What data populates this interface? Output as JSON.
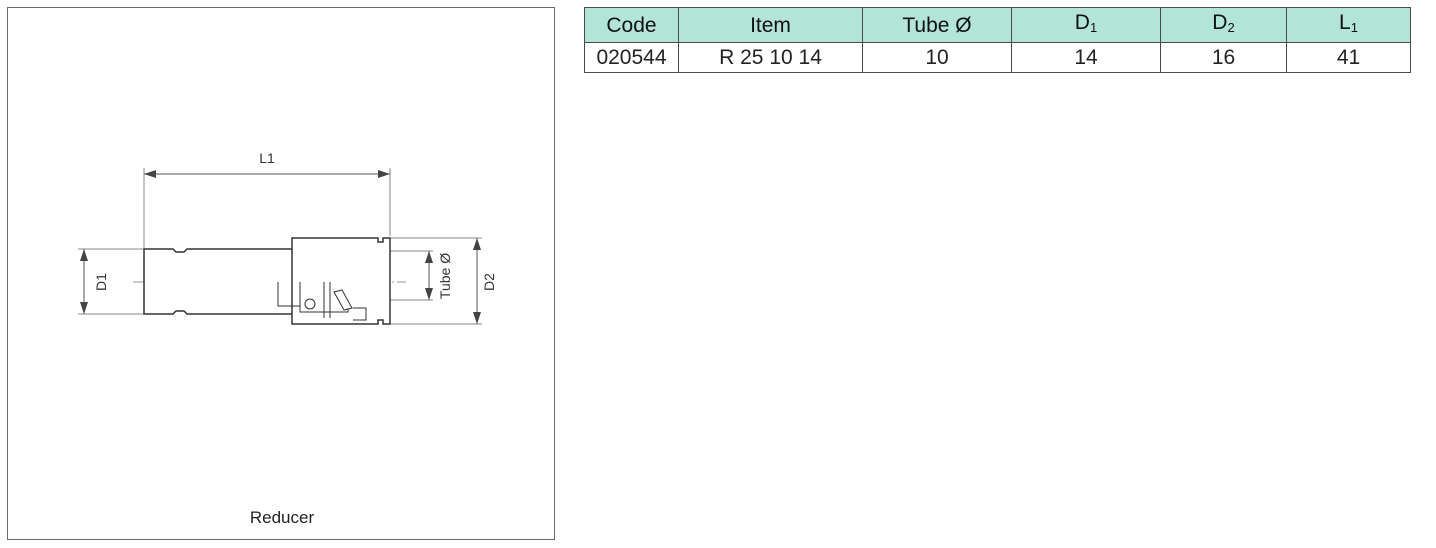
{
  "drawing": {
    "caption": "Reducer",
    "dim_labels": {
      "l1": "L1",
      "d1": "D1",
      "tube": "Tube Ø",
      "d2": "D2"
    }
  },
  "table": {
    "headers": [
      {
        "text": "Code",
        "sub": ""
      },
      {
        "text": "Item",
        "sub": ""
      },
      {
        "text": "Tube Ø",
        "sub": ""
      },
      {
        "text": "D",
        "sub": "1"
      },
      {
        "text": "D",
        "sub": "2"
      },
      {
        "text": "L",
        "sub": "1"
      }
    ],
    "rows": [
      [
        "020544",
        "R 25 10 14",
        "10",
        "14",
        "16",
        "41"
      ]
    ]
  },
  "colors": {
    "header_bg": "#b3e4d8",
    "border": "#4a4a4a"
  }
}
